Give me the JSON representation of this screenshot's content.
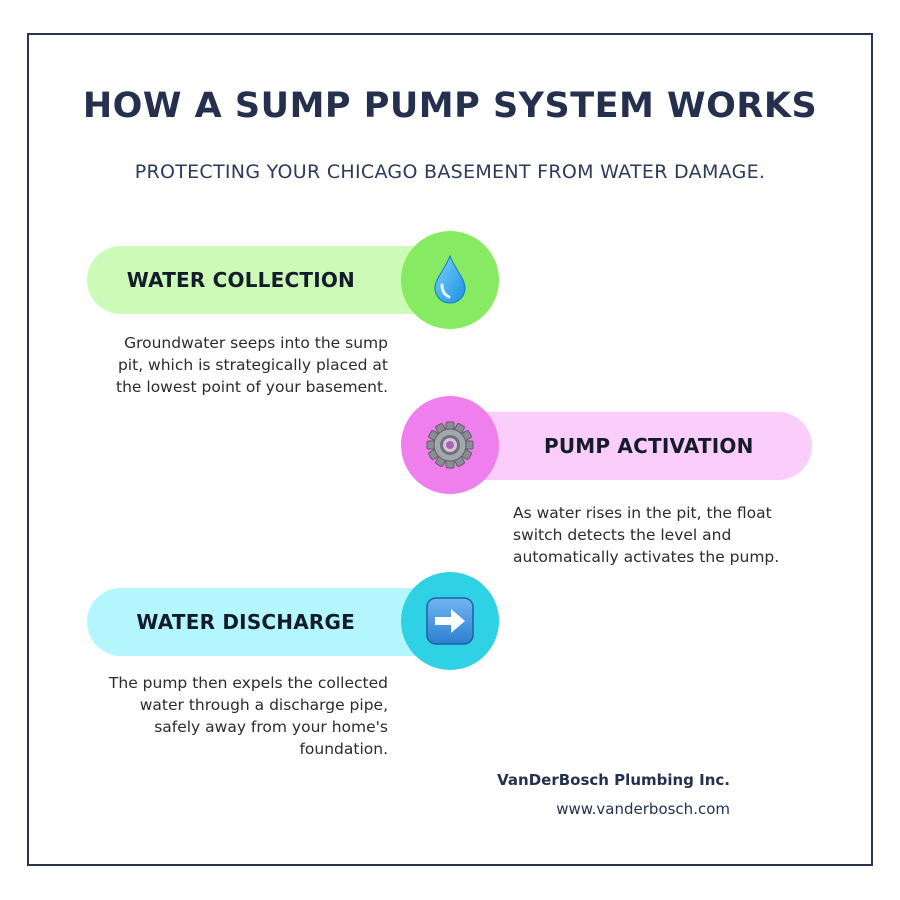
{
  "header": {
    "title": "HOW A SUMP PUMP SYSTEM WORKS",
    "subtitle": "PROTECTING YOUR CHICAGO BASEMENT FROM WATER DAMAGE."
  },
  "steps": [
    {
      "label": "WATER COLLECTION",
      "description": "Groundwater seeps into the sump pit, which is strategically placed at the lowest point of your basement.",
      "icon": "water-drop-icon",
      "pill_color": "#cbfbb6",
      "circle_color": "#86ea63"
    },
    {
      "label": "PUMP ACTIVATION",
      "description": "As water rises in the pit, the float switch detects the level and automatically activates the pump.",
      "icon": "gear-icon",
      "pill_color": "#fbcdfb",
      "circle_color": "#f07fee"
    },
    {
      "label": "WATER DISCHARGE",
      "description": "The pump then expels the collected water through a discharge pipe, safely away from your home's foundation.",
      "icon": "right-arrow-icon",
      "pill_color": "#b3f6fd",
      "circle_color": "#2fd2e4"
    }
  ],
  "footer": {
    "company": "VanDerBosch Plumbing Inc.",
    "website": "www.vanderbosch.com"
  }
}
